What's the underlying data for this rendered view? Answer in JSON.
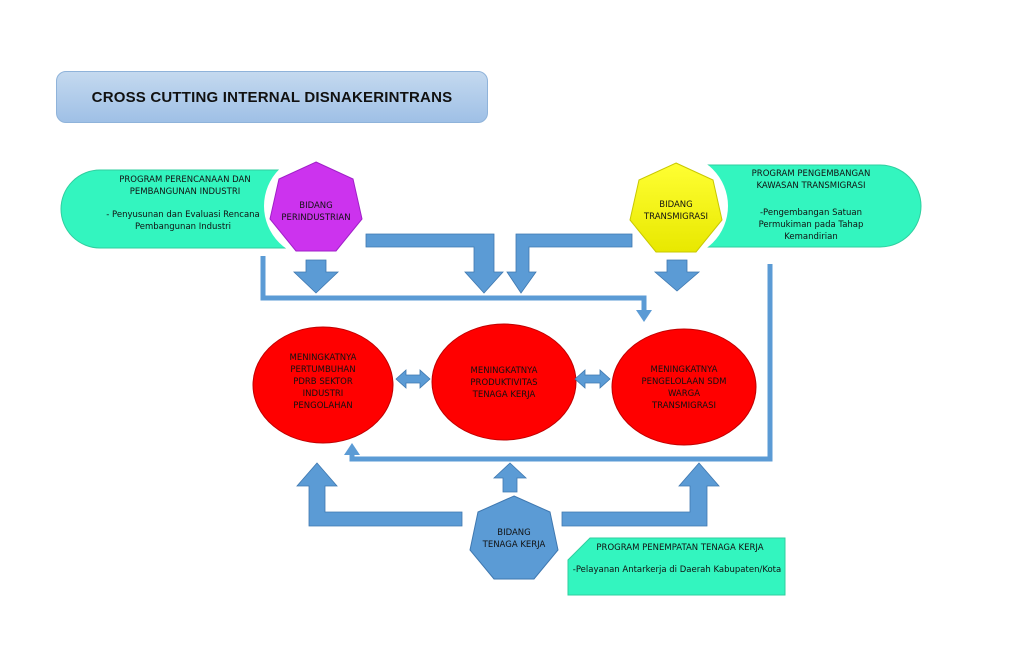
{
  "title": "CROSS CUTTING INTERNAL DISNAKERINTRANS",
  "colors": {
    "arrow": "#5b9bd5",
    "program_box": "#33f5bf",
    "outcome": "#ff0000",
    "bidang_perindustrian": "#cc33ee",
    "bidang_transmigrasi": "#ffff00",
    "bidang_tenaga_kerja": "#5b9bd5"
  },
  "programs": {
    "industri": {
      "name": "PROGRAM PERENCANAAN DAN\nPEMBANGUNAN INDUSTRI",
      "detail": "- Penyusunan dan Evaluasi Rencana\nPembangunan Industri"
    },
    "transmigrasi": {
      "name": "PROGRAM PENGEMBANGAN\nKAWASAN TRANSMIGRASI",
      "detail": "-Pengembangan Satuan\nPermukiman pada Tahap\nKemandirian"
    },
    "tenaga_kerja": {
      "name": "PROGRAM PENEMPATAN TENAGA KERJA",
      "detail": "-Pelayanan Antarkerja di Daerah Kabupaten/Kota"
    }
  },
  "bidang": {
    "perindustrian": "BIDANG\nPERINDUSTRIAN",
    "transmigrasi": "BIDANG\nTRANSMIGRASI",
    "tenaga_kerja": "BIDANG\nTENAGA KERJA"
  },
  "outcomes": {
    "left": "MENINGKATNYA\nPERTUMBUHAN\nPDRB SEKTOR\nINDUSTRI\nPENGOLAHAN",
    "center": "MENINGKATNYA\nPRODUKTIVITAS\nTENAGA KERJA",
    "right": "MENINGKATNYA\nPENGELOLAAN SDM\nWARGA\nTRANSMIGRASI"
  }
}
